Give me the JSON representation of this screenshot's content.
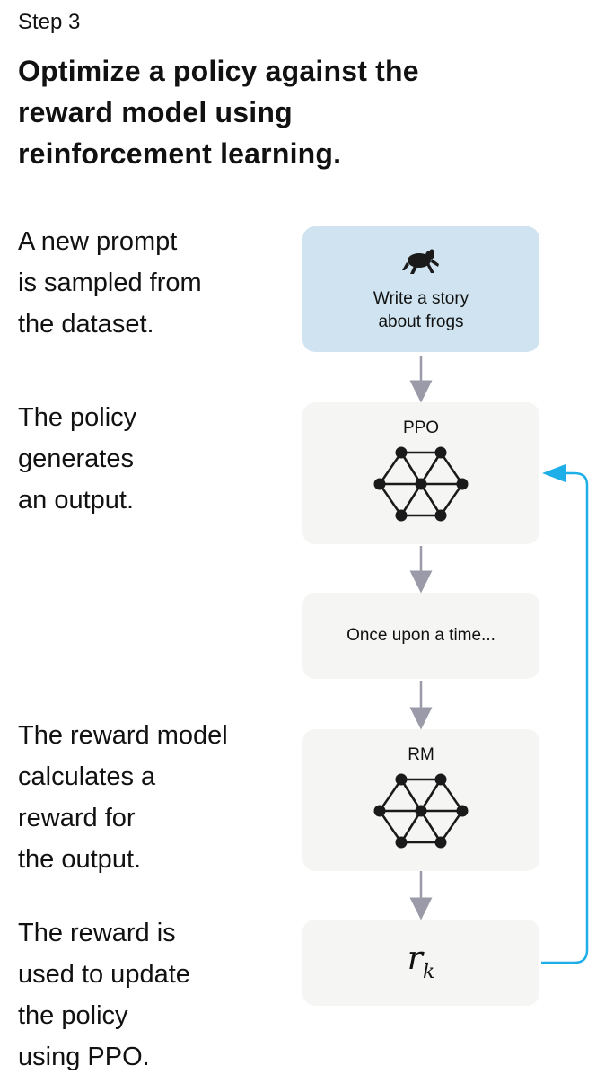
{
  "step_label": "Step 3",
  "headline": "Optimize a policy against the reward model using reinforcement learning.",
  "descriptions": [
    "A new prompt\nis sampled from\nthe dataset.",
    "The policy\ngenerates\nan output.",
    "The reward model\ncalculates a\nreward for\nthe output.",
    "The reward is\nused to update\nthe policy\nusing PPO."
  ],
  "prompt_box": {
    "text": "Write a story\nabout frogs",
    "icon": "frog-icon"
  },
  "policy_box": {
    "label": "PPO",
    "icon": "neural-network-icon"
  },
  "output_box": {
    "text": "Once upon a time..."
  },
  "rm_box": {
    "label": "RM",
    "icon": "neural-network-icon"
  },
  "reward_box": {
    "symbol": "r",
    "subscript": "k"
  },
  "colors": {
    "prompt_bg": "#cfe4f0",
    "box_bg": "#f5f5f3",
    "arrow_gray": "#9a9aa8",
    "feedback_blue": "#1eaee8",
    "node": "#1a1a1a"
  }
}
